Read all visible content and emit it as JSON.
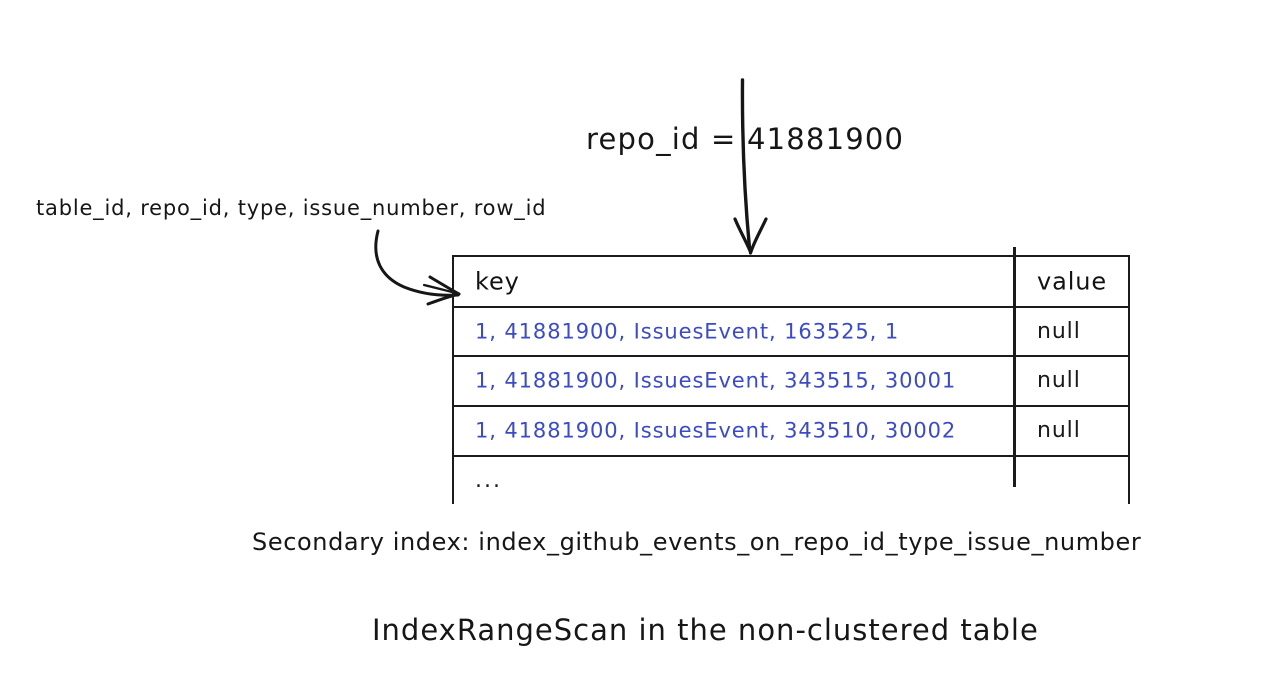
{
  "diagram": {
    "title": "IndexRangeScan in the non-clustered table",
    "caption": "Secondary index: index_github_events_on_repo_id_type_issue_number",
    "columns_annotation": "table_id, repo_id, type, issue_number, row_id",
    "filter": {
      "field": "repo_id",
      "operator": "=",
      "value": "41881900",
      "full": "repo_id = 41881900"
    },
    "colors": {
      "ink": "#1b1b1b",
      "row_text": "#3b4bc7",
      "background": "#ffffff"
    }
  },
  "table": {
    "headers": {
      "key": "key",
      "value": "value"
    },
    "rows": [
      {
        "key": "1, 41881900, IssuesEvent, 163525, 1",
        "value": "null"
      },
      {
        "key": "1, 41881900, IssuesEvent, 343515, 30001",
        "value": "null"
      },
      {
        "key": "1, 41881900, IssuesEvent, 343510, 30002",
        "value": "null"
      },
      {
        "key": "...",
        "value": ""
      }
    ]
  }
}
